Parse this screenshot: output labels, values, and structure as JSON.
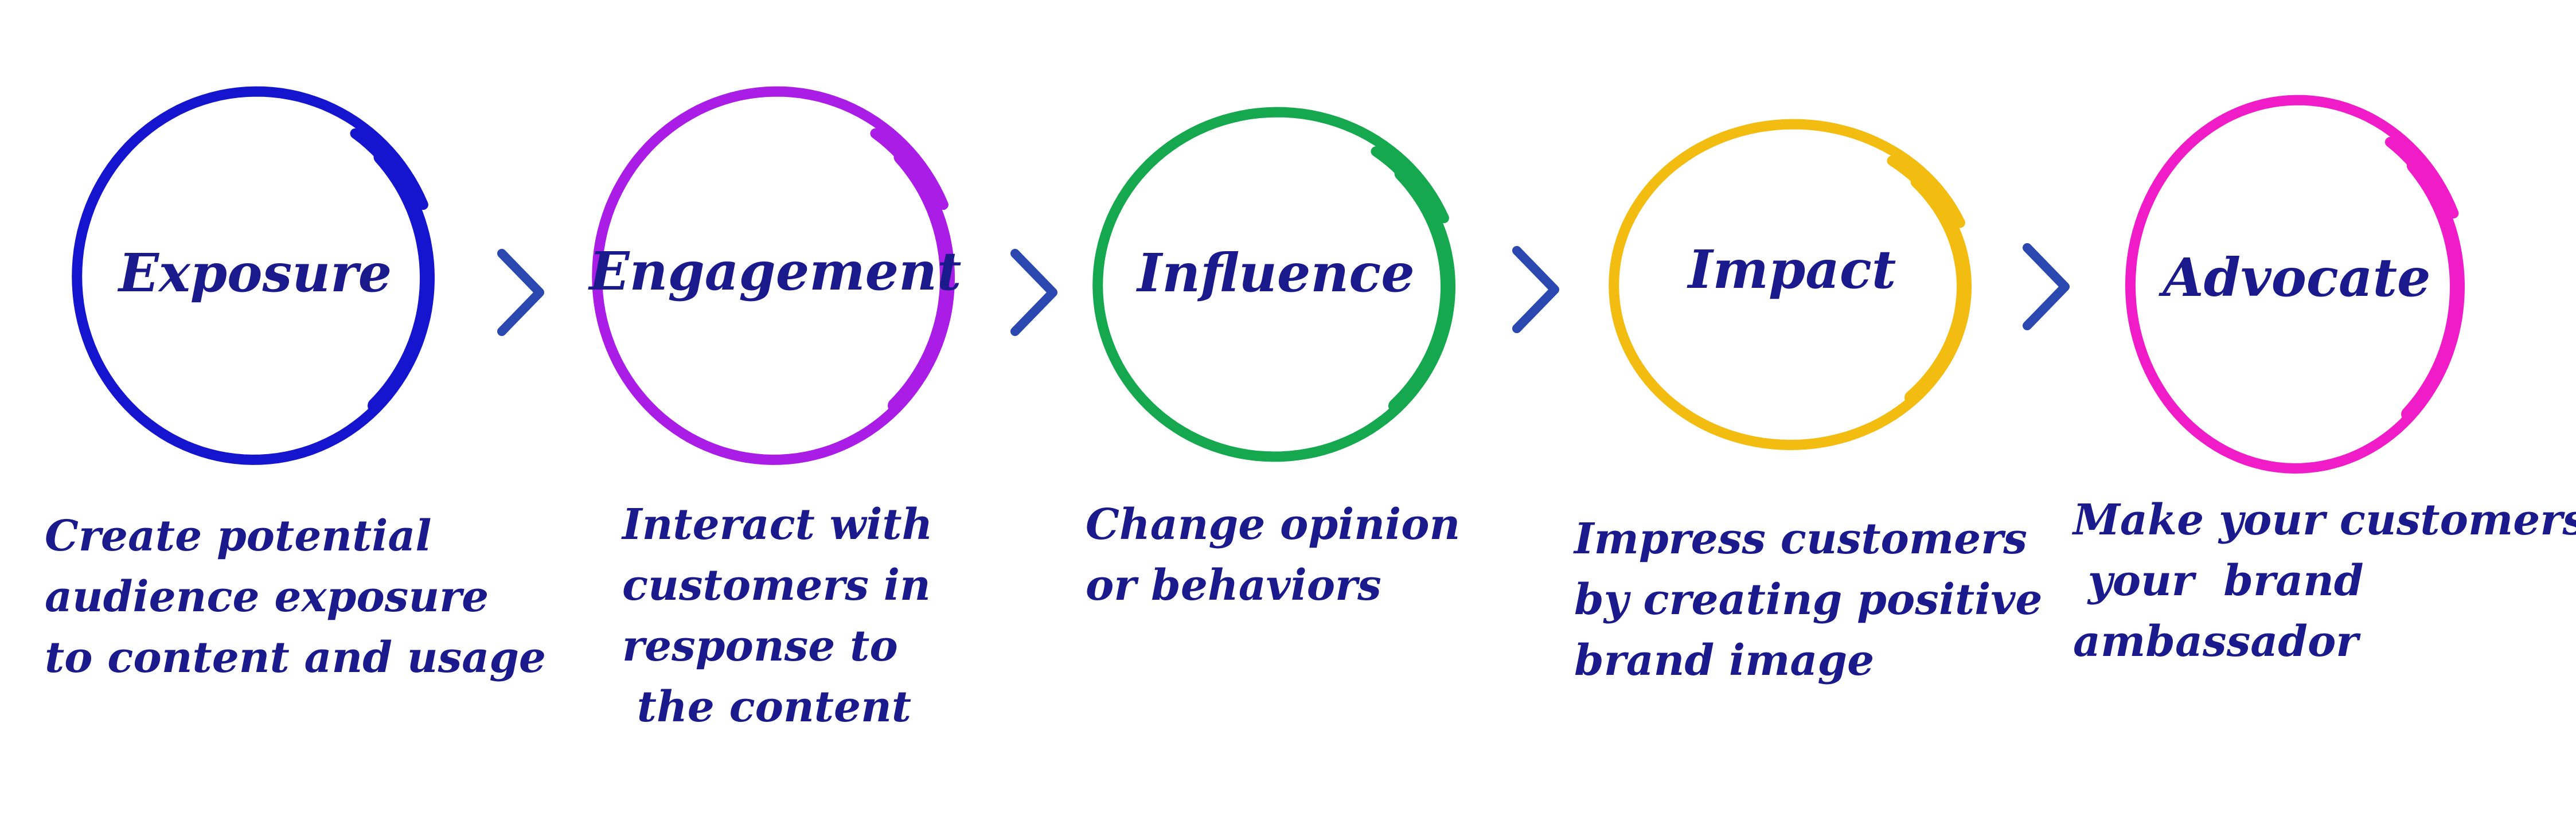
{
  "steps": [
    {
      "name": "Exposure",
      "color": "#1515d0",
      "description": [
        "Create potential",
        "audience exposure",
        "to content and usage"
      ]
    },
    {
      "name": "Engagement",
      "color": "#aa1de6",
      "description": [
        "Interact with",
        "customers in",
        "response to",
        " the content"
      ]
    },
    {
      "name": "Influence",
      "color": "#16a84e",
      "description": [
        "Change opinion",
        "or behaviors"
      ]
    },
    {
      "name": "Impact",
      "color": "#f2bc10",
      "description": [
        "Impress customers",
        "by creating positive",
        "brand image"
      ]
    },
    {
      "name": "Advocate",
      "color": "#f01cc8",
      "description": [
        "Make your customers",
        " your  brand",
        "ambassador"
      ]
    }
  ],
  "arrow_icon": "chevron-right-icon",
  "arrow_color": "#2a48b0",
  "text_color": "#1a1a8c"
}
